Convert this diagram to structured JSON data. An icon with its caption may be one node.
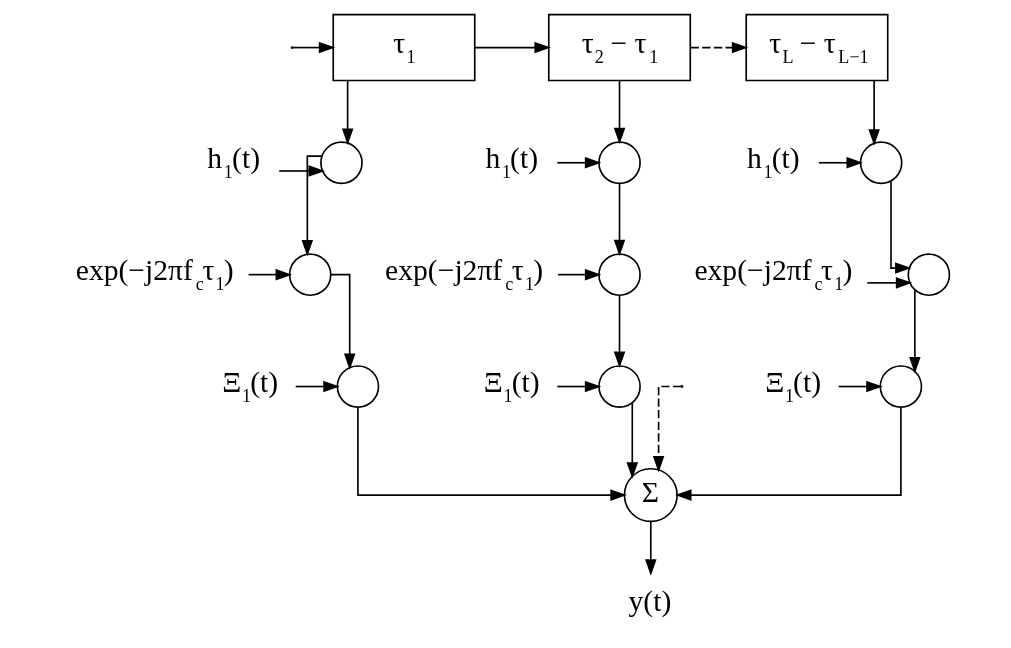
{
  "diagram": {
    "nodes": [
      {
        "text": [
          "τ$_{1}$"
        ]
      },
      {
        "text": [
          "τ$_{2}$ − τ$_{1}$"
        ]
      },
      {
        "text": [
          "τ$_{L}$ − τ$_{L−1}$"
        ]
      },
      {
        "text": [
          "h$_{1}$(t)"
        ]
      },
      {
        "text": [],
        "shape": "circle"
      },
      {
        "text": [
          "exp(−j2πf$_{c}$τ$_{1}$)"
        ]
      },
      {
        "text": [],
        "shape": "circle"
      },
      {
        "text": [
          "Ξ$_{1}$(t)"
        ]
      },
      {
        "text": [],
        "shape": "circle"
      },
      {
        "text": [
          "h$_{1}$(t)"
        ]
      },
      {
        "text": [],
        "shape": "circle"
      },
      {
        "text": [
          "exp(−j2πf$_{c}$τ$_{1}$)"
        ]
      },
      {
        "text": [],
        "shape": "circle"
      },
      {
        "text": [
          "Ξ$_{1}$(t)"
        ]
      },
      {
        "text": [],
        "shape": "circle"
      },
      {
        "text": [
          "h$_{1}$(t)"
        ]
      },
      {
        "text": [],
        "shape": "circle"
      },
      {
        "text": [
          "exp(−j2πf$_{c}$τ$_{1}$)"
        ]
      },
      {
        "text": [],
        "shape": "circle"
      },
      {
        "text": [
          "Ξ$_{1}$(t)"
        ]
      },
      {
        "text": [],
        "shape": "circle"
      },
      {
        "text": [
          "Σ"
        ]
      },
      {
        "text": [
          "y(t)"
        ]
      }
    ],
    "edges": [
      {
        "from": null,
        "to": 0,
        "arrow": "to"
      },
      {
        "from": 0,
        "to": 1,
        "arrow": "to"
      },
      {
        "from": 0,
        "to": 4,
        "arrow": "to"
      },
      {
        "from": 1,
        "to": 2,
        "arrow": "to",
        "style": "dashed"
      },
      {
        "from": 1,
        "to": 10,
        "arrow": "to"
      },
      {
        "from": 2,
        "to": 16,
        "arrow": "to"
      },
      {
        "from": 3,
        "to": 4,
        "arrow": "to"
      },
      {
        "from": 4,
        "to": 6,
        "arrow": "to"
      },
      {
        "from": 5,
        "to": 6,
        "arrow": "to"
      },
      {
        "from": 6,
        "to": 8,
        "arrow": "to"
      },
      {
        "from": 7,
        "to": 8,
        "arrow": "to"
      },
      {
        "from": 8,
        "to": 21,
        "arrow": "to"
      },
      {
        "from": 9,
        "to": 10,
        "arrow": "to"
      },
      {
        "from": 10,
        "to": 12,
        "arrow": "to"
      },
      {
        "from": 11,
        "to": 12,
        "arrow": "to"
      },
      {
        "from": 12,
        "to": 14,
        "arrow": "to"
      },
      {
        "from": 13,
        "to": 14,
        "arrow": "to"
      },
      {
        "from": 14,
        "to": 21,
        "arrow": "to"
      },
      {
        "from": 15,
        "to": 16,
        "arrow": "to"
      },
      {
        "from": 16,
        "to": 18,
        "arrow": "to"
      },
      {
        "from": 17,
        "to": 18,
        "arrow": "to"
      },
      {
        "from": 18,
        "to": 20,
        "arrow": "to"
      },
      {
        "from": 19,
        "to": 20,
        "arrow": "to"
      },
      {
        "from": 20,
        "to": 21,
        "arrow": "to"
      },
      {
        "from": null,
        "to": 21,
        "arrow": "to",
        "style": "dashed"
      },
      {
        "from": 21,
        "to": 22,
        "arrow": "to"
      }
    ]
  }
}
